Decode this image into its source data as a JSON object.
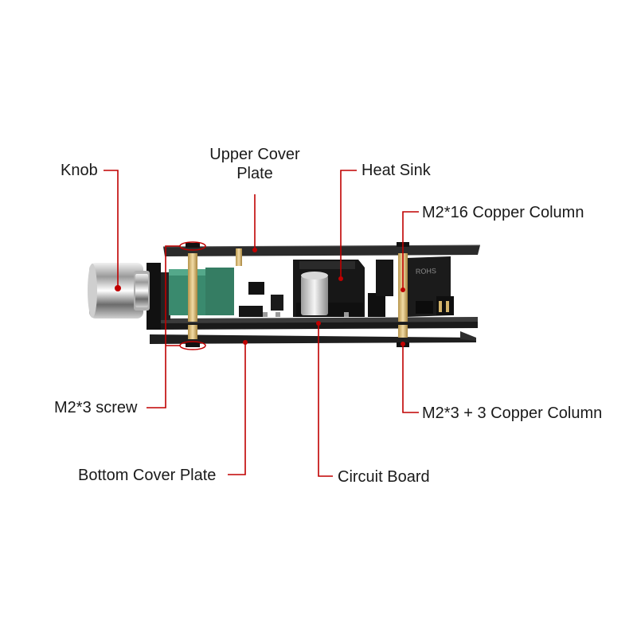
{
  "labels": {
    "knob": "Knob",
    "upper_cover_plate": "Upper Cover\nPlate",
    "heat_sink": "Heat Sink",
    "m2x16_column": "M2*16 Copper Column",
    "m2x3_screw": "M2*3 screw",
    "m2x3_3_column": "M2*3 + 3 Copper Column",
    "bottom_cover_plate": "Bottom Cover Plate",
    "circuit_board": "Circuit Board"
  },
  "component_text": {
    "rohs": "ROHS"
  },
  "colors": {
    "leader_line": "#c00000",
    "board": "#1c1c1c",
    "plate": "#2a2a2a",
    "pillar": "#d8b874",
    "terminal": "#3c8a70"
  }
}
